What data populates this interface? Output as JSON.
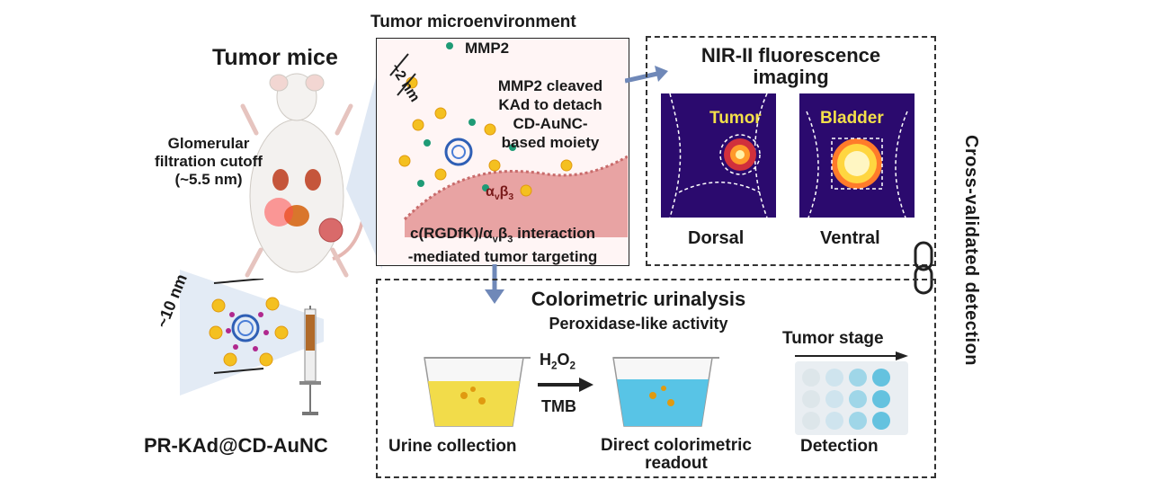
{
  "mouse_panel": {
    "title": "Tumor mice",
    "filtration_line1": "Glomerular",
    "filtration_line2": "filtration cutoff",
    "filtration_line3": "(~5.5 nm)"
  },
  "probe_panel": {
    "size_label": "~10 nm",
    "probe_name": "PR-KAd@CD-AuNC"
  },
  "tme_panel": {
    "title": "Tumor microenvironment",
    "size_label": "~2 nm",
    "enzyme_label": "MMP2",
    "cleave_line1": "MMP2 cleaved",
    "cleave_line2": "KAd to detach",
    "cleave_line3": "CD-AuNC-",
    "cleave_line4": "based moiety",
    "integrin_alpha": "α",
    "integrin_sub_v": "v",
    "integrin_beta": "β",
    "integrin_sub_3": "3",
    "targeting_line1_a": "c(RGDfK)/α",
    "targeting_line1_sub_v": "v",
    "targeting_line1_b": "β",
    "targeting_line1_sub_3": "3",
    "targeting_line1_c": " interaction",
    "targeting_line2": "-mediated tumor targeting"
  },
  "nir_panel": {
    "title_line1": "NIR-II fluorescence",
    "title_line2": "imaging",
    "tumor_label": "Tumor",
    "bladder_label": "Bladder",
    "dorsal_label": "Dorsal",
    "ventral_label": "Ventral"
  },
  "cross_validated_label": "Cross-validated detection",
  "colorimetric_panel": {
    "title": "Colorimetric urinalysis",
    "subtitle": "Peroxidase-like activity",
    "reagent1_main": "H",
    "reagent1_sub1": "2",
    "reagent1_mid": "O",
    "reagent1_sub2": "2",
    "reagent2": "TMB",
    "urine_label": "Urine collection",
    "readout_line1": "Direct colorimetric",
    "readout_line2": "readout",
    "stage_label": "Tumor stage",
    "detection_label": "Detection"
  },
  "colors": {
    "urine_yellow": "#f2dc4a",
    "tmb_blue": "#58c4e6",
    "nir_background": "#2b0a6e",
    "tissue_pink": "#e79a9a",
    "arrow_blue": "#6f88b8"
  }
}
